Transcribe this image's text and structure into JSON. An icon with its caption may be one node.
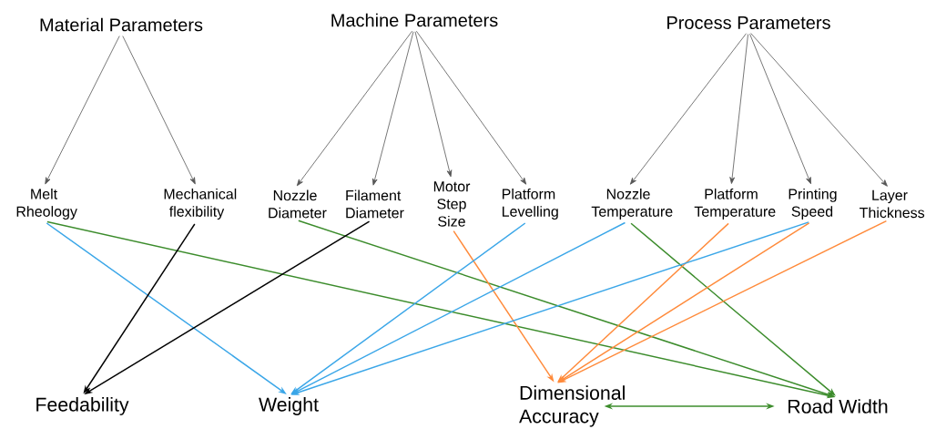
{
  "diagram": {
    "nodes": [
      {
        "text": [
          "Material Parameters"
        ]
      },
      {
        "text": [
          "Machine Parameters"
        ]
      },
      {
        "text": [
          "Process Parameters"
        ]
      },
      {
        "text": [
          "Melt Rheology"
        ]
      },
      {
        "text": [
          "Mechanical flexibility"
        ]
      },
      {
        "text": [
          "Nozzle Diameter"
        ]
      },
      {
        "text": [
          "Filament Diameter"
        ]
      },
      {
        "text": [
          "Motor Step Size"
        ]
      },
      {
        "text": [
          "Platform Levelling"
        ]
      },
      {
        "text": [
          "Nozzle Temperature"
        ]
      },
      {
        "text": [
          "Platform Temperature"
        ]
      },
      {
        "text": [
          "Printing Speed"
        ]
      },
      {
        "text": [
          "Layer Thickness"
        ]
      },
      {
        "text": [
          "Feedability"
        ]
      },
      {
        "text": [
          "Weight"
        ]
      },
      {
        "text": [
          "Dimensional Accuracy"
        ]
      },
      {
        "text": [
          "Road Width"
        ]
      }
    ],
    "edges": [
      {
        "from": 0,
        "to": 3,
        "arrow": "to"
      },
      {
        "from": 0,
        "to": 4,
        "arrow": "to"
      },
      {
        "from": 1,
        "to": 5,
        "arrow": "to"
      },
      {
        "from": 1,
        "to": 6,
        "arrow": "to"
      },
      {
        "from": 1,
        "to": 7,
        "arrow": "to"
      },
      {
        "from": 1,
        "to": 8,
        "arrow": "to"
      },
      {
        "from": 2,
        "to": 9,
        "arrow": "to"
      },
      {
        "from": 2,
        "to": 10,
        "arrow": "to"
      },
      {
        "from": 2,
        "to": 11,
        "arrow": "to"
      },
      {
        "from": 2,
        "to": 12,
        "arrow": "to"
      },
      {
        "from": 3,
        "to": 14,
        "arrow": "to",
        "color": "#3aa6e8"
      },
      {
        "from": 3,
        "to": 16,
        "arrow": "to",
        "color": "#3c8c2c"
      },
      {
        "from": 4,
        "to": 13,
        "arrow": "to",
        "color": "#000000"
      },
      {
        "from": 5,
        "to": 16,
        "arrow": "to",
        "color": "#3c8c2c"
      },
      {
        "from": 6,
        "to": 13,
        "arrow": "to",
        "color": "#000000"
      },
      {
        "from": 7,
        "to": 15,
        "arrow": "to",
        "color": "#ff8a3a"
      },
      {
        "from": 8,
        "to": 14,
        "arrow": "to",
        "color": "#3aa6e8"
      },
      {
        "from": 9,
        "to": 14,
        "arrow": "to",
        "color": "#3aa6e8"
      },
      {
        "from": 9,
        "to": 16,
        "arrow": "to",
        "color": "#3c8c2c"
      },
      {
        "from": 10,
        "to": 15,
        "arrow": "to",
        "color": "#ff8a3a"
      },
      {
        "from": 11,
        "to": 14,
        "arrow": "to",
        "color": "#3aa6e8"
      },
      {
        "from": 11,
        "to": 15,
        "arrow": "to",
        "color": "#ff8a3a"
      },
      {
        "from": 12,
        "to": 15,
        "arrow": "to",
        "color": "#ff8a3a"
      },
      {
        "from": 15,
        "to": 16,
        "arrow": "both",
        "color": "#3c8c2c"
      }
    ]
  }
}
